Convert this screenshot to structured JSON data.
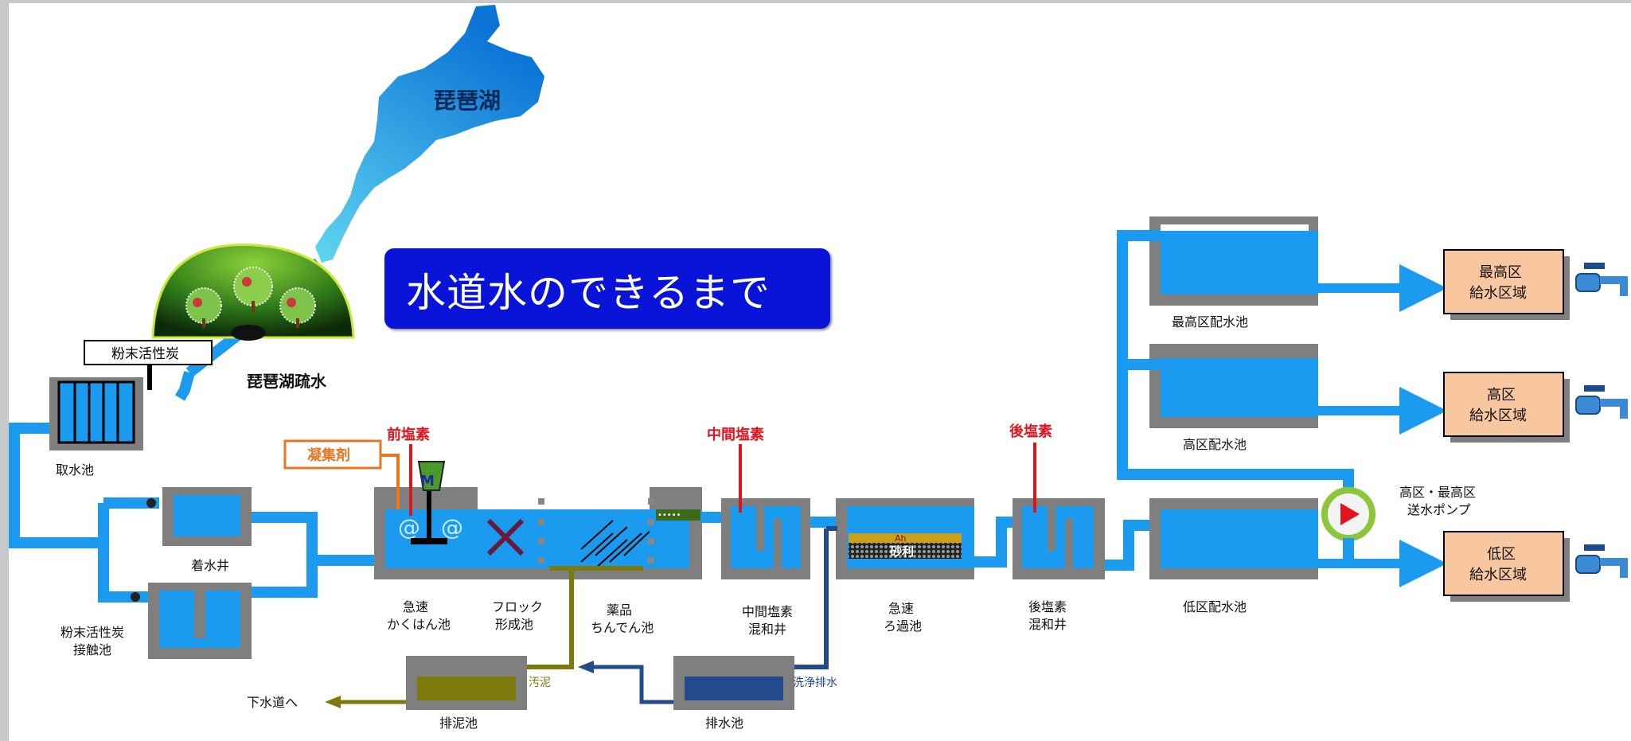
{
  "title": "水道水のできるまで",
  "lake": {
    "name": "琵琶湖"
  },
  "canal": "琵琶湖疏水",
  "chemicals": {
    "activated_carbon": "粉末活性炭",
    "coagulant": "凝集剤",
    "pre_chlorine": "前塩素",
    "mid_chlorine": "中間塩素",
    "post_chlorine": "後塩素",
    "motor": "M"
  },
  "facilities": {
    "intake": "取水池",
    "receiving_well": "着水井",
    "carbon_contact": [
      "粉末活性炭",
      "接触池"
    ],
    "rapid_mix": [
      "急速",
      "かくはん池"
    ],
    "floc": [
      "フロック",
      "形成池"
    ],
    "sedimentation": [
      "薬品",
      "ちんでん池"
    ],
    "mid_mix": [
      "中間塩素",
      "混和井"
    ],
    "rapid_filter": [
      "急速",
      "ろ過池"
    ],
    "filter_media": {
      "anthracite": "Ah",
      "sand": "砂利"
    },
    "post_mix": [
      "後塩素",
      "混和井"
    ],
    "low_reservoir": "低区配水池",
    "high_reservoir": "高区配水池",
    "highest_reservoir": "最高区配水池",
    "pump": [
      "高区・最高区",
      "送水ポンプ"
    ],
    "sludge_pond": "排泥池",
    "drain_pond": "排水池"
  },
  "flows": {
    "sludge": "汚泥",
    "wash_drain": "洗浄排水",
    "to_sewer": "下水道へ"
  },
  "supply_areas": {
    "highest": [
      "最高区",
      "給水区域"
    ],
    "high": [
      "高区",
      "給水区域"
    ],
    "low": [
      "低区",
      "給水区域"
    ]
  },
  "colors": {
    "water": "#1a9bf0",
    "tank_wall": "#7f7f7f",
    "title_bg": "#0a14d8",
    "chlorine_red": "#e0141e",
    "coagulant_orange": "#e87722",
    "sludge_olive": "#7d7a0e",
    "drain_navy": "#234a8c",
    "supply_box": "#f9c79f"
  }
}
